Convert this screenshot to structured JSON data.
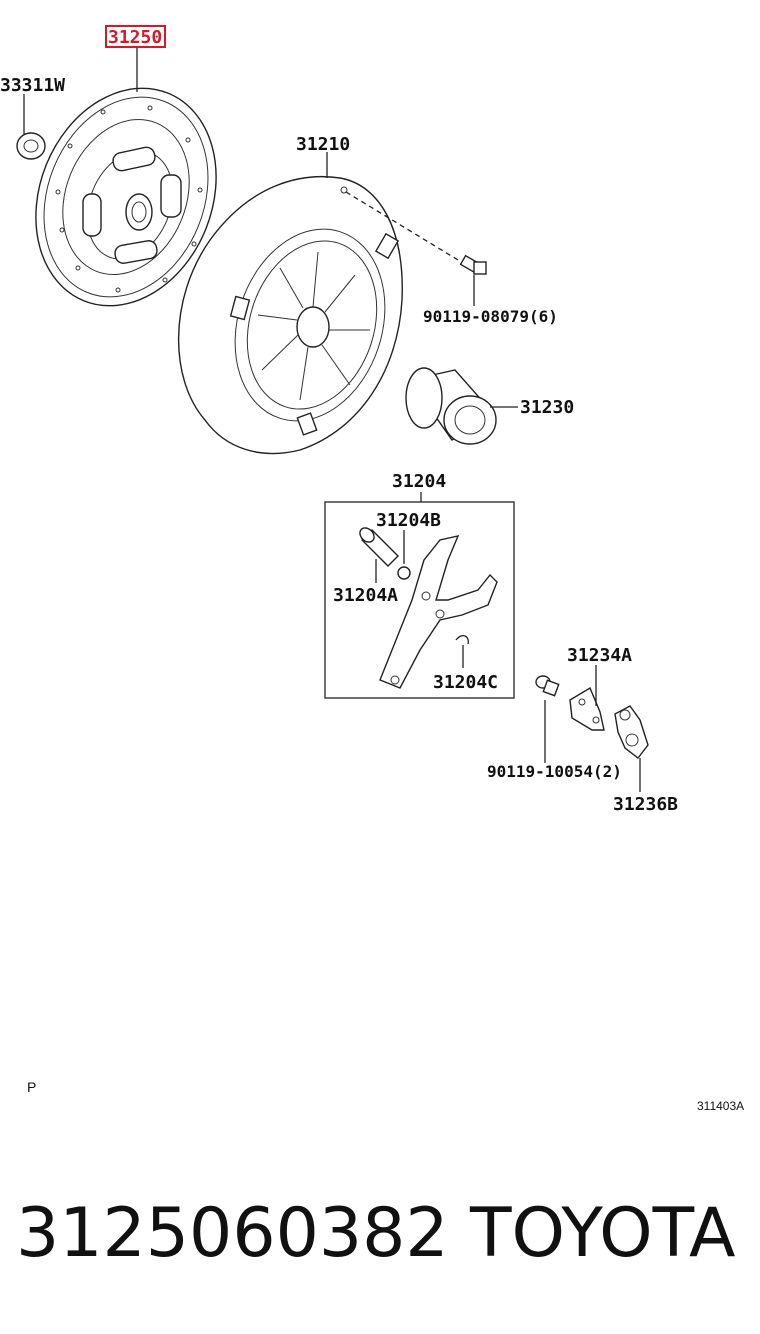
{
  "callouts": {
    "p31250": "31250",
    "p33311w": "33311W",
    "p31210": "31210",
    "p90119_08079": "90119-08079(6)",
    "p31230": "31230",
    "p31204": "31204",
    "p31204b": "31204B",
    "p31204a": "31204A",
    "p31204c": "31204C",
    "p31234a": "31234A",
    "p90119_10054": "90119-10054(2)",
    "p31236b": "31236B"
  },
  "footer": {
    "page_marker": "P",
    "figure_code": "311403A",
    "part_number": "3125060382",
    "brand": "TOYOTA"
  },
  "colors": {
    "highlight": "#d11a2a",
    "line": "#222222"
  }
}
